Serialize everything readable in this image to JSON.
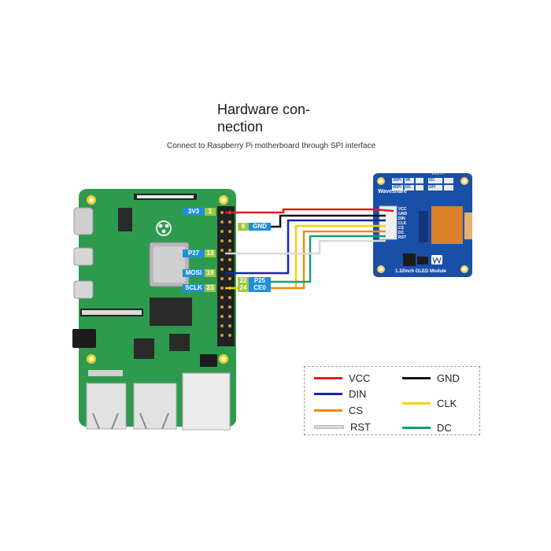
{
  "title": "Hardware con-\nnection",
  "subtitle": "Connect to Raspberry Pi motherboard through SPI interface",
  "pi_pins": [
    {
      "name": "3V3",
      "pin": "1"
    },
    {
      "name": "GND",
      "pin": "6"
    },
    {
      "name": "P27",
      "pin": "13"
    },
    {
      "name": "MOSI",
      "pin": "19"
    },
    {
      "name": "SCLK",
      "pin": "23"
    },
    {
      "name": "P25",
      "pin": "22"
    },
    {
      "name": "CE0",
      "pin": "24"
    }
  ],
  "module": {
    "brand": "Waveshare",
    "name": "1.32inch OLED Module",
    "corner_label": "Worm",
    "header_pins": [
      "VCC",
      "GND",
      "DIN",
      "CLK",
      "CS",
      "DC",
      "RST"
    ],
    "table_left": [
      "3SPI",
      "4SPI"
    ],
    "table_right": [
      "0R",
      "NC"
    ],
    "table_right2": [
      "I2C",
      "SPI"
    ]
  },
  "colors": {
    "VCC": "#e41b1b",
    "GND": "#111111",
    "DIN": "#1428a0",
    "CLK": "#f2d200",
    "CS": "#f08a12",
    "DC": "#16a070",
    "RST": "#d8d8d8",
    "pin_label": "#1e90d8",
    "pin_number": "#9dc83a",
    "board": "#2e9a4e",
    "module_board": "#1a4fa8"
  },
  "legend": [
    {
      "label": "VCC",
      "color": "#e41b1b"
    },
    {
      "label": "GND",
      "color": "#111111"
    },
    {
      "label": "DIN",
      "color": "#1428a0"
    },
    {
      "label": "CLK",
      "color": "#f2d200"
    },
    {
      "label": "CS",
      "color": "#f08a12"
    },
    {
      "label": "DC",
      "color": "#16a070"
    },
    {
      "label": "RST",
      "color": "#d8d8d8"
    }
  ]
}
